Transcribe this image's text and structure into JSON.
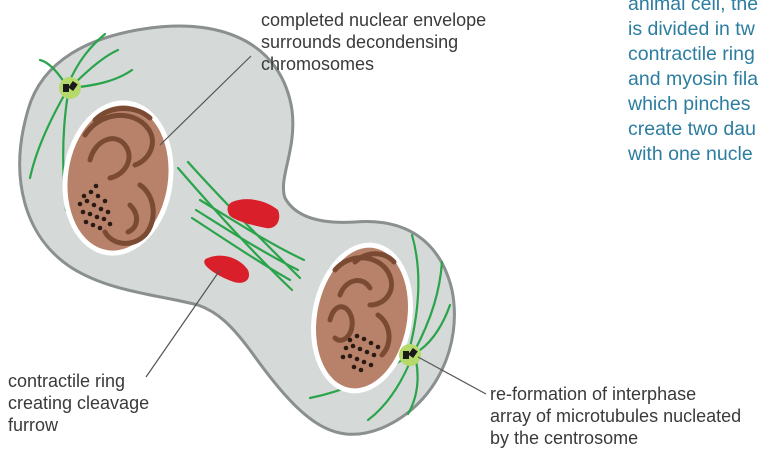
{
  "labels": {
    "envelope": [
      "completed nuclear envelope",
      "surrounds decondensing",
      "chromosomes"
    ],
    "ring": [
      "contractile ring",
      "creating cleavage",
      "furrow"
    ],
    "microtubules": [
      "re-formation of interphase",
      "array of microtubules nucleated",
      "by the centrosome"
    ]
  },
  "side_text": [
    "animal cell, the",
    "is divided in tw",
    "contractile ring",
    "and myosin fila",
    "which pinches",
    "create two dau",
    "with one nucle"
  ],
  "colors": {
    "cytoplasm": "#d5d9d8",
    "cell_outline": "#8a8f8f",
    "nucleus": "#b8826a",
    "chromosome": "#7a4a32",
    "nuclear_envelope": "#ffffff",
    "microtubule": "#2aa44a",
    "contractile_ring": "#d81f2a",
    "centrosome": "#b5d96a",
    "text": "#3a3a3a",
    "side_text": "#2c7da0"
  }
}
